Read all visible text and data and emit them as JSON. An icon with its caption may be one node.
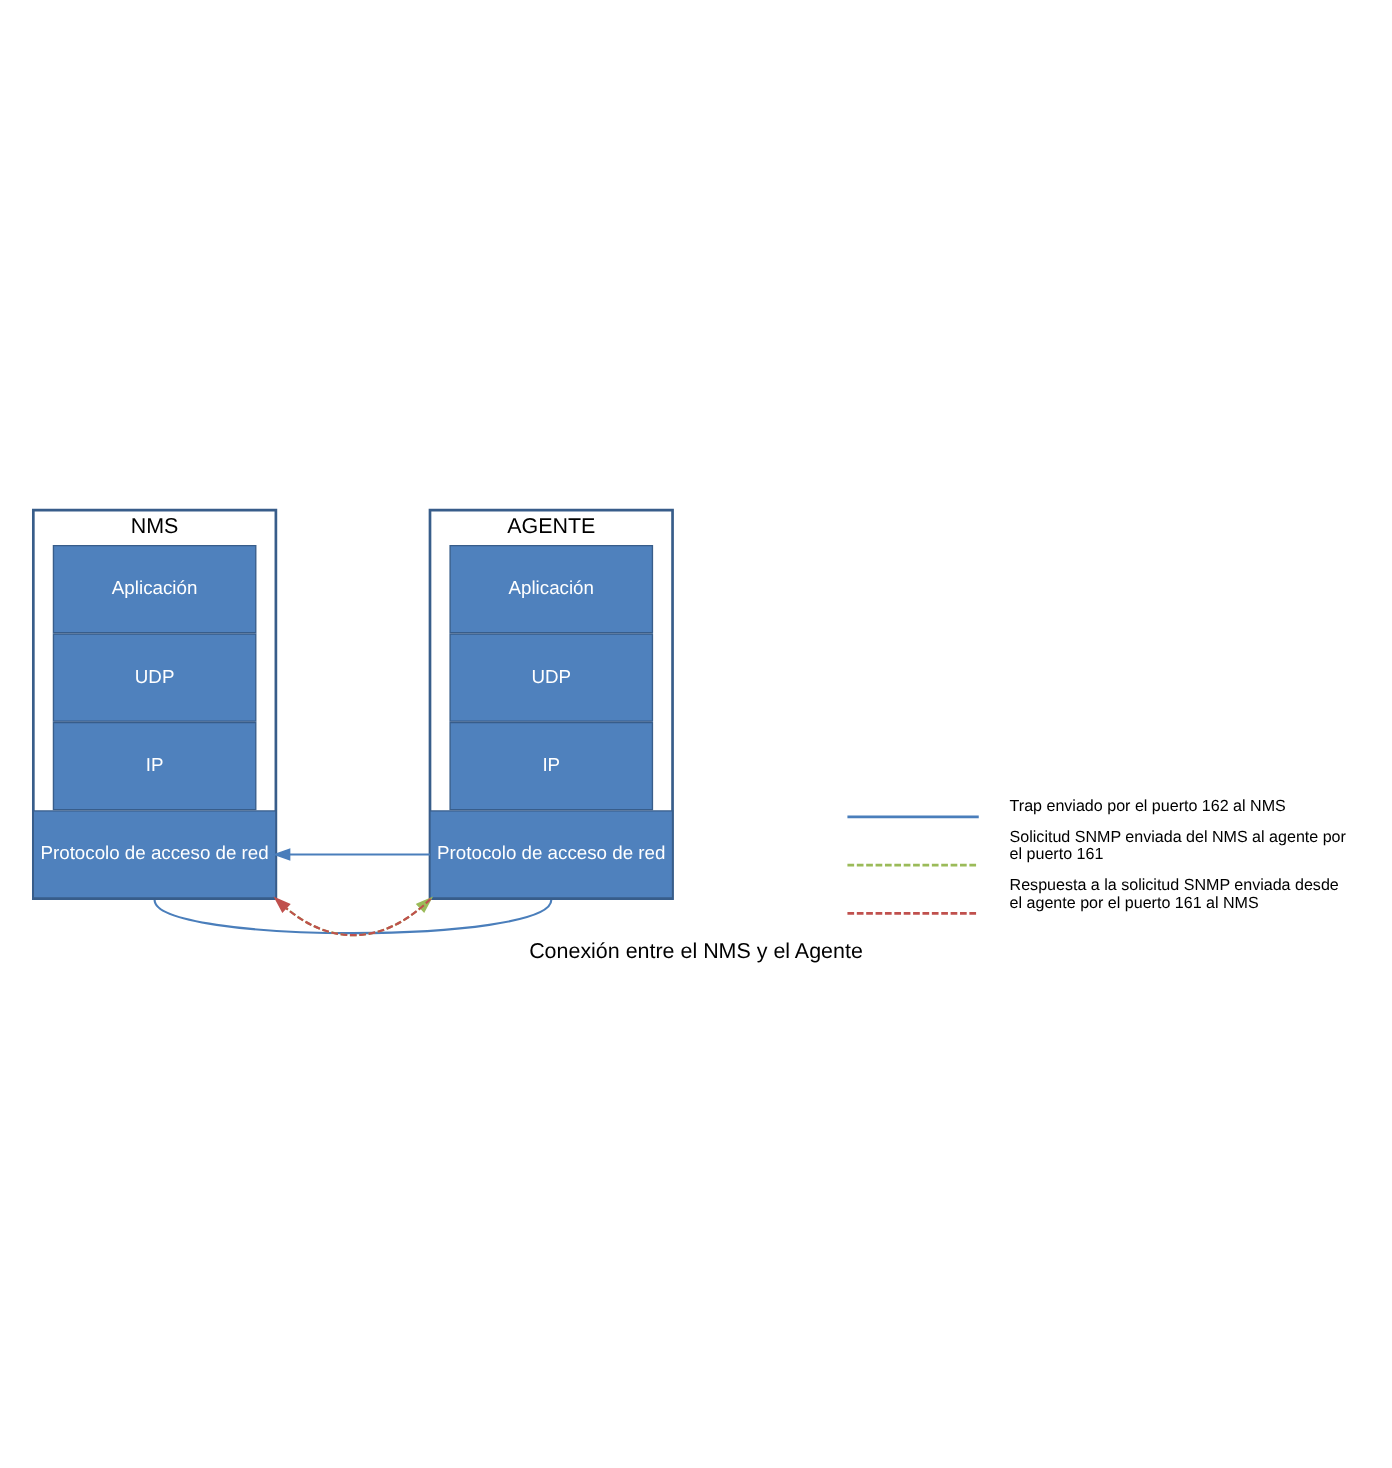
{
  "diagram": {
    "caption": "Conexión entre el NMS y el Agente",
    "nodes": [
      {
        "text": [
          "NMS"
        ]
      },
      {
        "text": [
          "Aplicación"
        ],
        "in": 0
      },
      {
        "text": [
          "UDP"
        ],
        "in": 0
      },
      {
        "text": [
          "IP"
        ],
        "in": 0
      },
      {
        "text": [
          "Protocolo de acceso de red"
        ],
        "in": 0
      },
      {
        "text": [
          "AGENTE"
        ]
      },
      {
        "text": [
          "Aplicación"
        ],
        "in": 5
      },
      {
        "text": [
          "UDP"
        ],
        "in": 5
      },
      {
        "text": [
          "IP"
        ],
        "in": 5
      },
      {
        "text": [
          "Protocolo de acceso de red"
        ],
        "in": 5
      }
    ],
    "edges": [
      {
        "from": 4,
        "to": 9,
        "arrow": "none"
      },
      {
        "from": 9,
        "to": 4,
        "arrow": "to"
      },
      {
        "from": 9,
        "to": 4,
        "arrow": "to",
        "style": "dashed",
        "color": "#c0504d"
      },
      {
        "from": 4,
        "to": 9,
        "arrow": "to",
        "style": "dashed",
        "color": "#9bbb59"
      }
    ],
    "legend": [
      {
        "text": "Trap enviado por el puerto 162 al NMS"
      },
      {
        "text": "Solicitud SNMP enviada del NMS al agente por el puerto 161"
      },
      {
        "text": "Respuesta a la solicitud SNMP enviada desde el agente por el puerto 161 al NMS"
      }
    ]
  }
}
